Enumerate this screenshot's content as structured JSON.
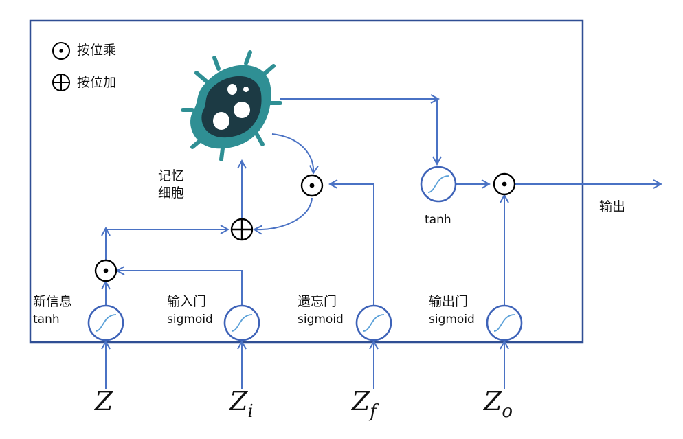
{
  "legend": {
    "multiply_symbol": "⊙",
    "multiply_label": "按位乘",
    "add_symbol": "⊕",
    "add_label": "按位加"
  },
  "memory_cell": {
    "label_line1": "记忆",
    "label_line2": "细胞",
    "icon": "bacteria-icon"
  },
  "new_info": {
    "label_cn": "新信息",
    "label_fn": "tanh"
  },
  "input_gate": {
    "label_cn": "输入门",
    "label_fn": "sigmoid"
  },
  "forget_gate": {
    "label_cn": "遗忘门",
    "label_fn": "sigmoid"
  },
  "output_gate": {
    "label_cn": "输出门",
    "label_fn": "sigmoid"
  },
  "output_tanh": {
    "label_fn": "tanh"
  },
  "output": {
    "label": "输出"
  },
  "inputs": [
    {
      "base": "Z",
      "sub": ""
    },
    {
      "base": "Z",
      "sub": "i"
    },
    {
      "base": "Z",
      "sub": "f"
    },
    {
      "base": "Z",
      "sub": "o"
    }
  ],
  "colors": {
    "box_border": "#2f4e94",
    "arrow": "#4a72c4",
    "activation_circle": "#3e63b8",
    "sigmoid_curve": "#5aa0d8",
    "operator": "#000000",
    "cell_teal": "#2f8f94",
    "cell_dark": "#1c3a44"
  }
}
